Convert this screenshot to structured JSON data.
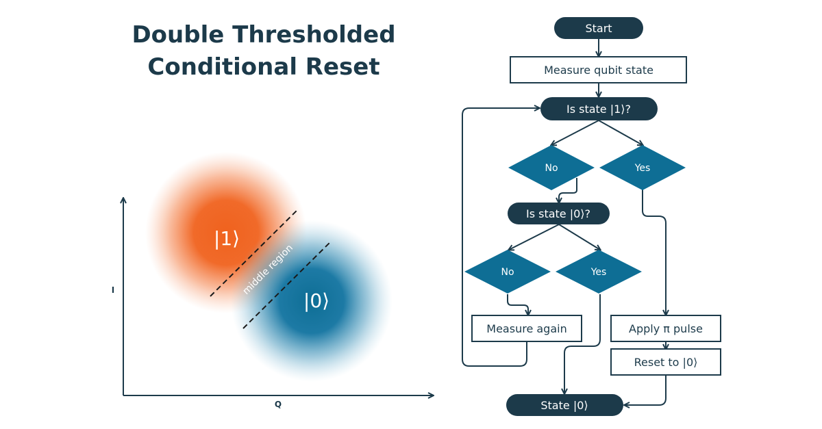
{
  "title": {
    "line1": "Double Thresholded",
    "line2": "Conditional Reset"
  },
  "plot": {
    "y_axis_label": "I",
    "x_axis_label": "Q",
    "state_one_label": "|1⟩",
    "state_zero_label": "|0⟩",
    "middle_region_label": "middle region"
  },
  "flowchart": {
    "start": "Start",
    "measure_state": "Measure qubit state",
    "is_state_one": "Is state |1⟩?",
    "no_1": "No",
    "yes_1": "Yes",
    "is_state_zero": "Is state |0⟩?",
    "no_2": "No",
    "yes_2": "Yes",
    "measure_again": "Measure again",
    "apply_pulse": "Apply π pulse",
    "reset_to_zero": "Reset to |0⟩",
    "final_state": "State |0⟩"
  },
  "colors": {
    "dark_navy": "#1c3a4a",
    "diamond_blue": "#0e6e95",
    "state_one_orange": "#f0621e",
    "state_zero_blue": "#0e6e95",
    "box_border": "#1c3a4a"
  }
}
